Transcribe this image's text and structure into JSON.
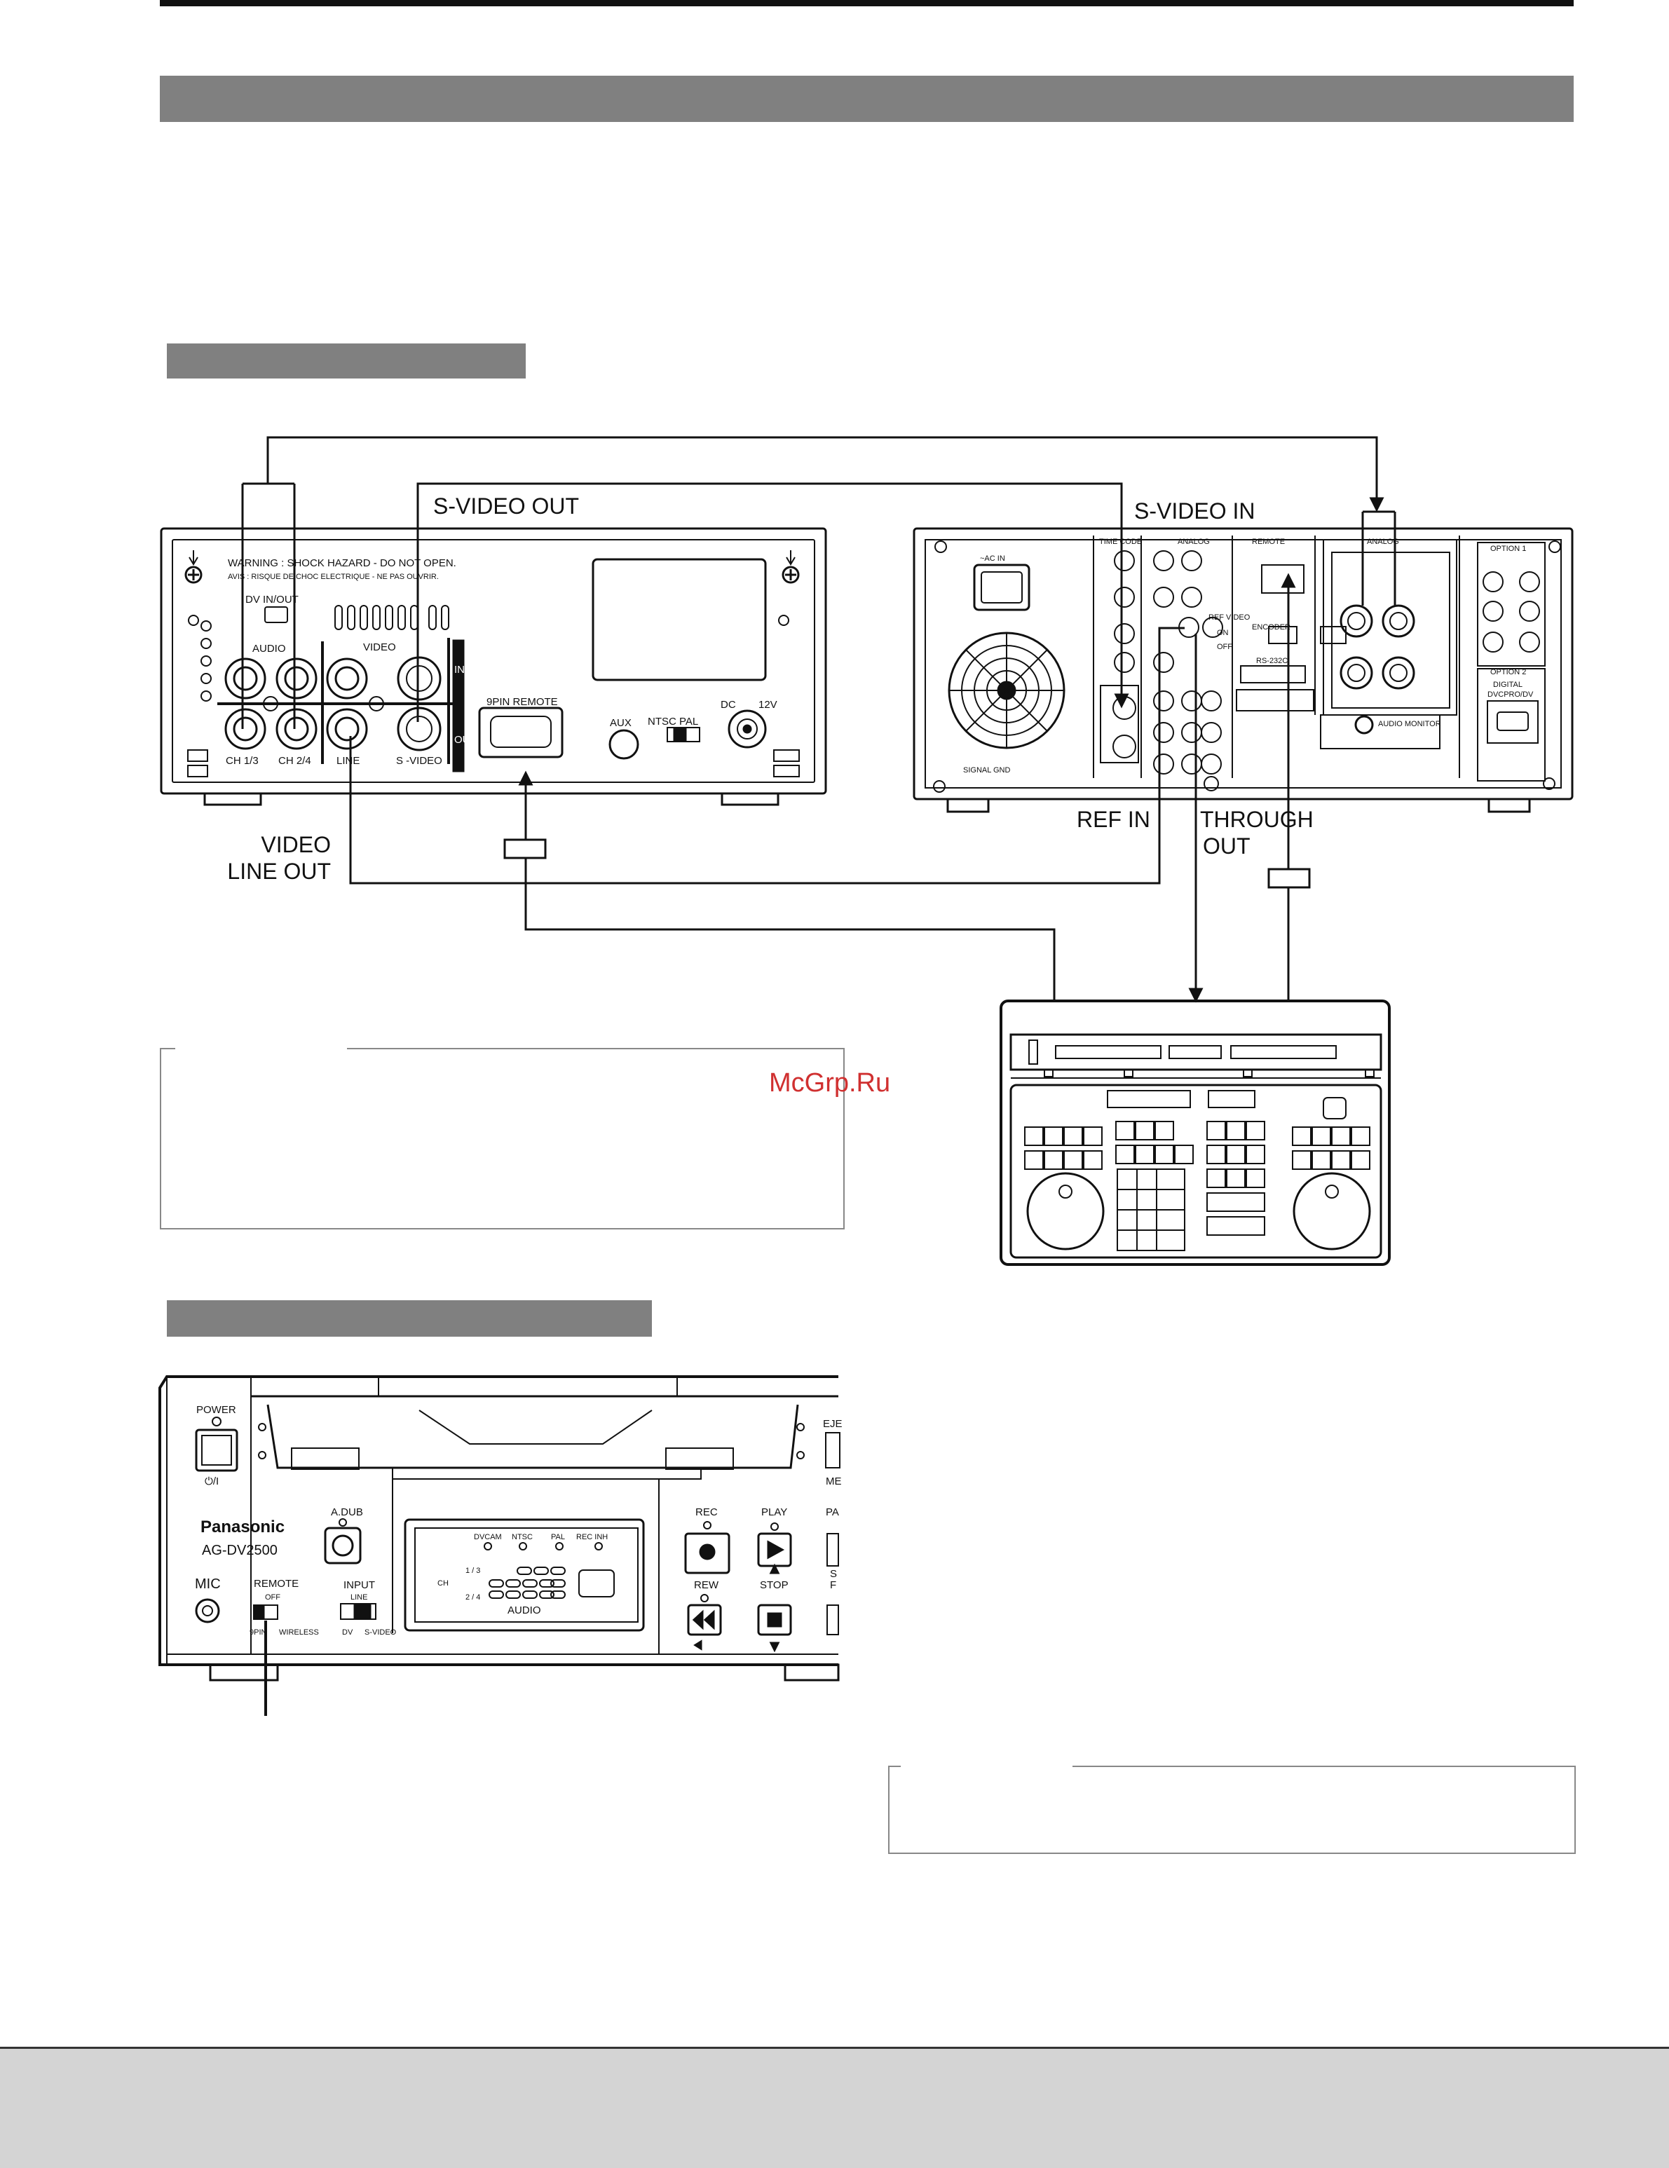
{
  "labels": {
    "svideo_out": "S-VIDEO OUT",
    "svideo_in": "S-VIDEO IN",
    "video_line_out_1": "VIDEO",
    "video_line_out_2": "LINE OUT",
    "ref_in": "REF IN",
    "through_out_1": "THROUGH",
    "through_out_2": "OUT",
    "watermark": "McGrp.Ru"
  },
  "vtr_rear": {
    "warning": "WARNING : SHOCK HAZARD - DO NOT OPEN.",
    "avis": "AVIS : RISQUE DE CHOC ELECTRIQUE - NE PAS OUVRIR.",
    "dv_in_out": "DV IN/OUT",
    "audio": "AUDIO",
    "video": "VIDEO",
    "in": "IN",
    "out": "OUT",
    "ch13": "CH 1/3",
    "ch24": "CH 2/4",
    "line": "LINE",
    "svideo": "S -VIDEO",
    "ninepin": "9PIN REMOTE",
    "aux": "AUX",
    "ntsc_pal": "NTSC PAL",
    "dc": "DC",
    "twelve_v": "12V"
  },
  "deck_rear": {
    "ac_in": "~AC IN",
    "time_code": "TIME CODE",
    "analog": "ANALOG",
    "remote": "REMOTE",
    "analog_audio": "ANALOG",
    "option1": "OPTION 1",
    "option2": "OPTION 2",
    "encoder": "ENCODER",
    "rs232c": "RS-232C",
    "audio_monitor": "AUDIO MONITOR",
    "signal_gnd": "SIGNAL GND",
    "digital": "DIGITAL",
    "dvcpro": "DVCPRO/DV",
    "ref_video": "REF VIDEO",
    "on": "ON",
    "off": "OFF"
  },
  "front_panel": {
    "power": "POWER",
    "power_symbol": "⏻/I",
    "brand": "Panasonic",
    "model": "AG-DV2500",
    "mic": "MIC",
    "remote": "REMOTE",
    "remote_off": "OFF",
    "ninepin": "9PIN",
    "wireless": "WIRELESS",
    "adub": "A.DUB",
    "input": "INPUT",
    "input_line": "LINE",
    "dv": "DV",
    "svideo": "S-VIDEO",
    "dvcam": "DVCAM",
    "ntsc": "NTSC",
    "pal": "PAL",
    "rec_inh": "REC INH",
    "ch": "CH",
    "ch13": "1 / 3",
    "ch24": "2 / 4",
    "audio": "AUDIO",
    "rec": "REC",
    "play": "PLAY",
    "rew": "REW",
    "stop": "STOP",
    "eject_partial": "EJE",
    "menu_partial": "ME",
    "pause_partial": "PA",
    "s_partial": "S",
    "f_partial": "F"
  },
  "colors": {
    "bar": "#808080",
    "footer": "#d4d4d4",
    "watermark": "#d03030"
  }
}
